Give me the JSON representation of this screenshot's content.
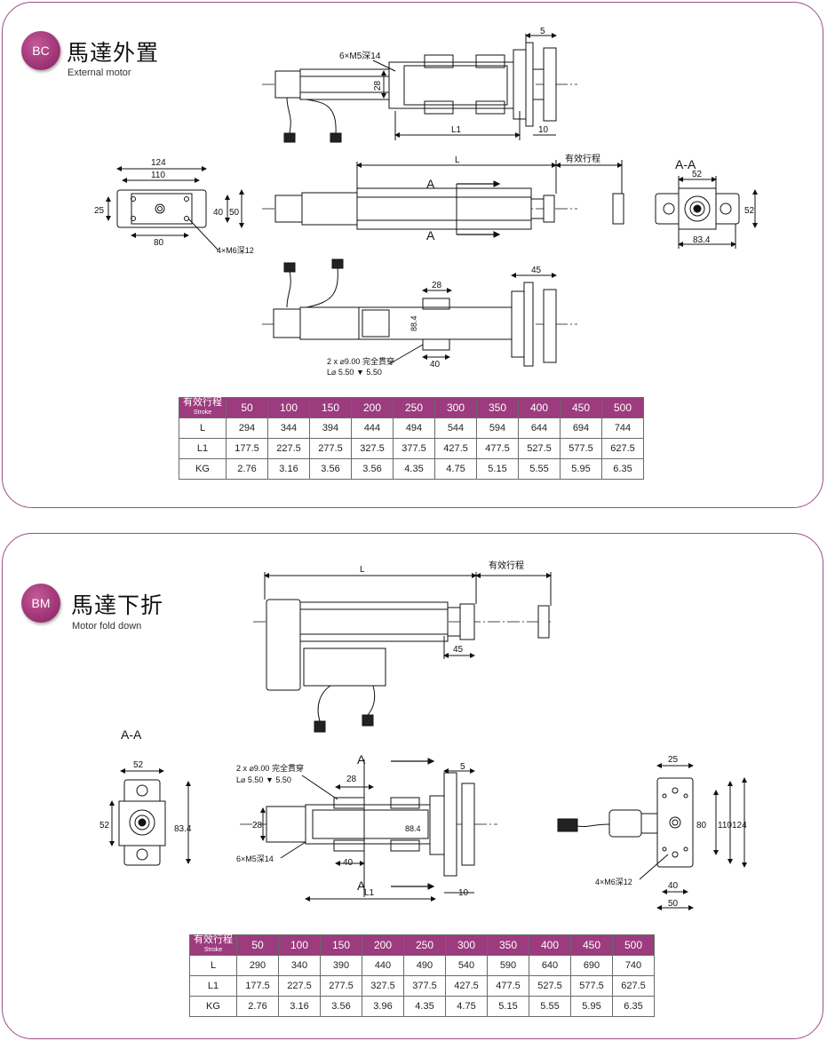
{
  "sections": [
    {
      "badge": "BC",
      "title_cn": "馬達外置",
      "title_en": "External motor",
      "labels": {
        "m5": "6×M5深14",
        "m6": "4×M6深12",
        "hole_a": "2 x ⌀9.00 完全貫穿",
        "hole_b": "L⌀ 5.50 ▼ 5.50",
        "stroke": "有效行程",
        "section": "A-A",
        "a": "A",
        "L": "L",
        "L1": "L1"
      },
      "dims": {
        "d5": "5",
        "d10": "10",
        "d28": "28",
        "d28b": "28",
        "d124": "124",
        "d110": "110",
        "d80": "80",
        "d25": "25",
        "d40": "40",
        "d50": "50",
        "d52": "52",
        "d52v": "52",
        "d83": "83.4",
        "d45": "45",
        "d40b": "40",
        "d88": "88.4"
      },
      "table": {
        "header_cn": "有效行程",
        "header_en": "Stroke",
        "columns": [
          "50",
          "100",
          "150",
          "200",
          "250",
          "300",
          "350",
          "400",
          "450",
          "500"
        ],
        "rows": [
          {
            "label": "L",
            "values": [
              "294",
              "344",
              "394",
              "444",
              "494",
              "544",
              "594",
              "644",
              "694",
              "744"
            ]
          },
          {
            "label": "L1",
            "values": [
              "177.5",
              "227.5",
              "277.5",
              "327.5",
              "377.5",
              "427.5",
              "477.5",
              "527.5",
              "577.5",
              "627.5"
            ]
          },
          {
            "label": "KG",
            "values": [
              "2.76",
              "3.16",
              "3.56",
              "3.56",
              "4.35",
              "4.75",
              "5.15",
              "5.55",
              "5.95",
              "6.35"
            ]
          }
        ]
      }
    },
    {
      "badge": "BM",
      "title_cn": "馬達下折",
      "title_en": "Motor fold down",
      "labels": {
        "m5": "6×M5深14",
        "m6": "4×M6深12",
        "hole_a": "2 x ⌀9.00 完全貫穿",
        "hole_b": "L⌀ 5.50 ▼ 5.50",
        "stroke": "有效行程",
        "section": "A-A",
        "a": "A",
        "L": "L",
        "L1": "L1"
      },
      "dims": {
        "d45": "45",
        "d52": "52",
        "d52v": "52",
        "d83": "83.4",
        "d28": "28",
        "d28b": "28",
        "d5": "5",
        "d40": "40",
        "d10": "10",
        "d25": "25",
        "d80": "80",
        "d110": "110",
        "d124": "124",
        "d40b": "40",
        "d50": "50",
        "d88": "88.4"
      },
      "table": {
        "header_cn": "有效行程",
        "header_en": "Stroke",
        "columns": [
          "50",
          "100",
          "150",
          "200",
          "250",
          "300",
          "350",
          "400",
          "450",
          "500"
        ],
        "rows": [
          {
            "label": "L",
            "values": [
              "290",
              "340",
              "390",
              "440",
              "490",
              "540",
              "590",
              "640",
              "690",
              "740"
            ]
          },
          {
            "label": "L1",
            "values": [
              "177.5",
              "227.5",
              "277.5",
              "327.5",
              "377.5",
              "427.5",
              "477.5",
              "527.5",
              "577.5",
              "627.5"
            ]
          },
          {
            "label": "KG",
            "values": [
              "2.76",
              "3.16",
              "3.56",
              "3.96",
              "4.35",
              "4.75",
              "5.15",
              "5.55",
              "5.95",
              "6.35"
            ]
          }
        ]
      }
    }
  ],
  "colors": {
    "accent": "#9c3b7d",
    "border": "#9c4d86",
    "badge": "#9a2f72"
  }
}
